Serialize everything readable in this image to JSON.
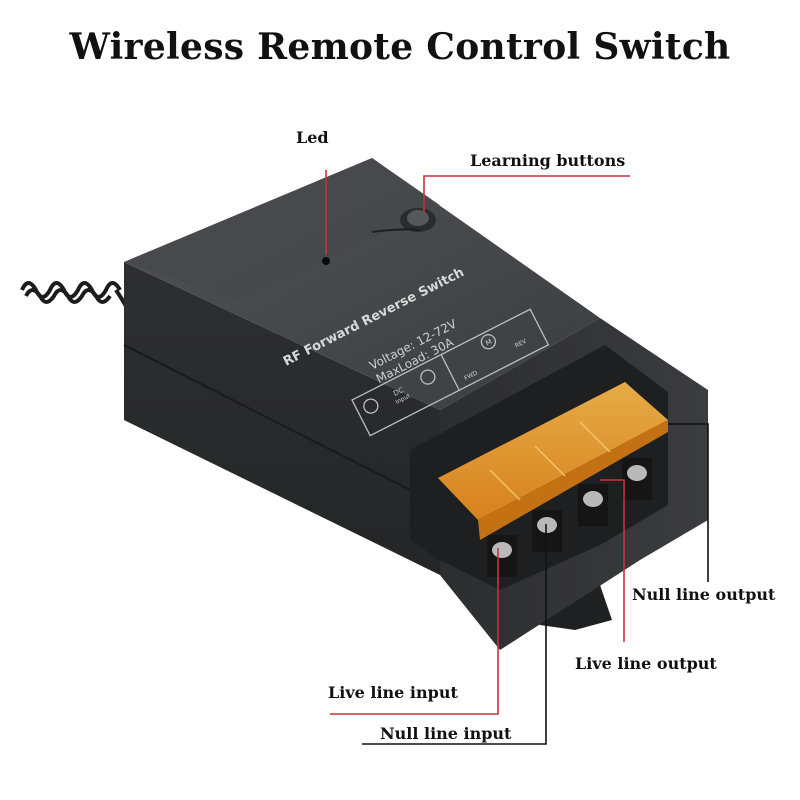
{
  "title": "Wireless Remote Control Switch",
  "callouts": {
    "led": "Led",
    "learning_buttons": "Learning buttons",
    "null_line_output": "Null line output",
    "live_line_output": "Live line output",
    "live_line_input": "Live line input",
    "null_line_input": "Null line input"
  },
  "device_text": {
    "name": "RF Forward Reverse Switch",
    "voltage": "Voltage: 12-72V",
    "maxload": "MaxLoad: 30A",
    "dc_input_1": "DC",
    "dc_input_2": "Input",
    "motor": "M",
    "fwd": "FWD",
    "rev": "REV"
  },
  "colors": {
    "callout_red": "#c8323a",
    "callout_black": "#111111",
    "housing": "#3a3b3d",
    "terminal_cover": "#f0a030"
  }
}
